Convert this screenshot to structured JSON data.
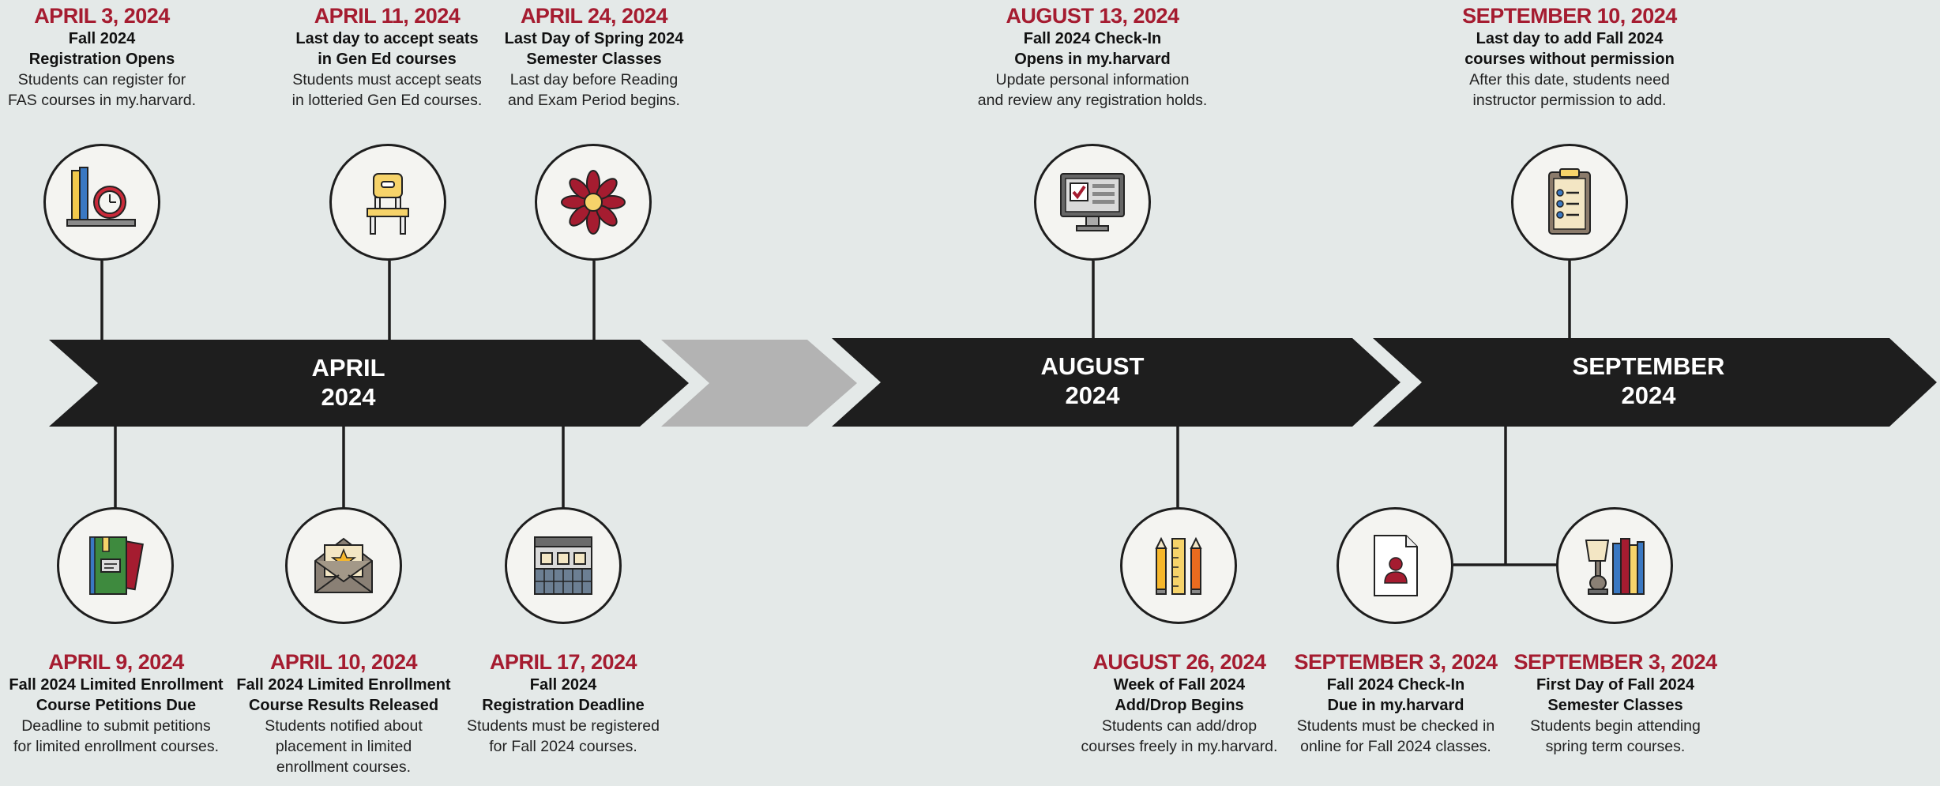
{
  "colors": {
    "accent": "#a51c30",
    "banner": "#1e1e1e",
    "banner_gap": "#b3b3b3",
    "background": "#e4e9e8"
  },
  "months": [
    {
      "label": "APRIL\n2024"
    },
    {
      "label": "AUGUST\n2024"
    },
    {
      "label": "SEPTEMBER\n2024"
    }
  ],
  "events": [
    {
      "date": "APRIL 3, 2024",
      "title": "Fall 2024\nRegistration Opens",
      "desc": "Students can register for\nFAS courses in my.harvard.",
      "icon": "books-clock-icon"
    },
    {
      "date": "APRIL 11, 2024",
      "title": "Last day to accept seats\nin Gen Ed courses",
      "desc": "Students must accept seats\nin lotteried Gen Ed courses.",
      "icon": "chair-icon"
    },
    {
      "date": "APRIL 24, 2024",
      "title": "Last Day of Spring 2024\nSemester Classes",
      "desc": "Last day before Reading\nand Exam Period begins.",
      "icon": "flower-icon"
    },
    {
      "date": "AUGUST 13, 2024",
      "title": "Fall 2024 Check-In\nOpens in my.harvard",
      "desc": "Update personal information\nand review any registration holds.",
      "icon": "computer-checklist-icon"
    },
    {
      "date": "SEPTEMBER 10, 2024",
      "title": "Last day to add Fall 2024\ncourses without permission",
      "desc": "After this date, students need\ninstructor permission to add.",
      "icon": "clipboard-icon"
    },
    {
      "date": "APRIL 9, 2024",
      "title": "Fall 2024 Limited Enrollment\nCourse Petitions Due",
      "desc": "Deadline to submit petitions\nfor limited enrollment courses.",
      "icon": "book-icon"
    },
    {
      "date": "APRIL 10, 2024",
      "title": "Fall 2024 Limited Enrollment\nCourse Results Released",
      "desc": "Students notified about\nplacement in limited\nenrollment courses.",
      "icon": "envelope-star-icon"
    },
    {
      "date": "APRIL 17, 2024",
      "title": "Fall 2024\nRegistration Deadline",
      "desc": "Students must be registered\nfor Fall 2024 courses.",
      "icon": "calendar-icon"
    },
    {
      "date": "AUGUST 26, 2024",
      "title": "Week of Fall 2024\nAdd/Drop Begins",
      "desc": "Students can add/drop\ncourses freely in my.harvard.",
      "icon": "pencils-ruler-icon"
    },
    {
      "date": "SEPTEMBER 3, 2024",
      "title": "Fall 2024 Check-In\nDue in my.harvard",
      "desc": "Students must be checked in\nonline for Fall 2024 classes.",
      "icon": "profile-document-icon"
    },
    {
      "date": "SEPTEMBER 3, 2024",
      "title": "First Day of Fall 2024\nSemester Classes",
      "desc": "Students begin attending\nspring term courses.",
      "icon": "lamp-books-icon"
    }
  ]
}
